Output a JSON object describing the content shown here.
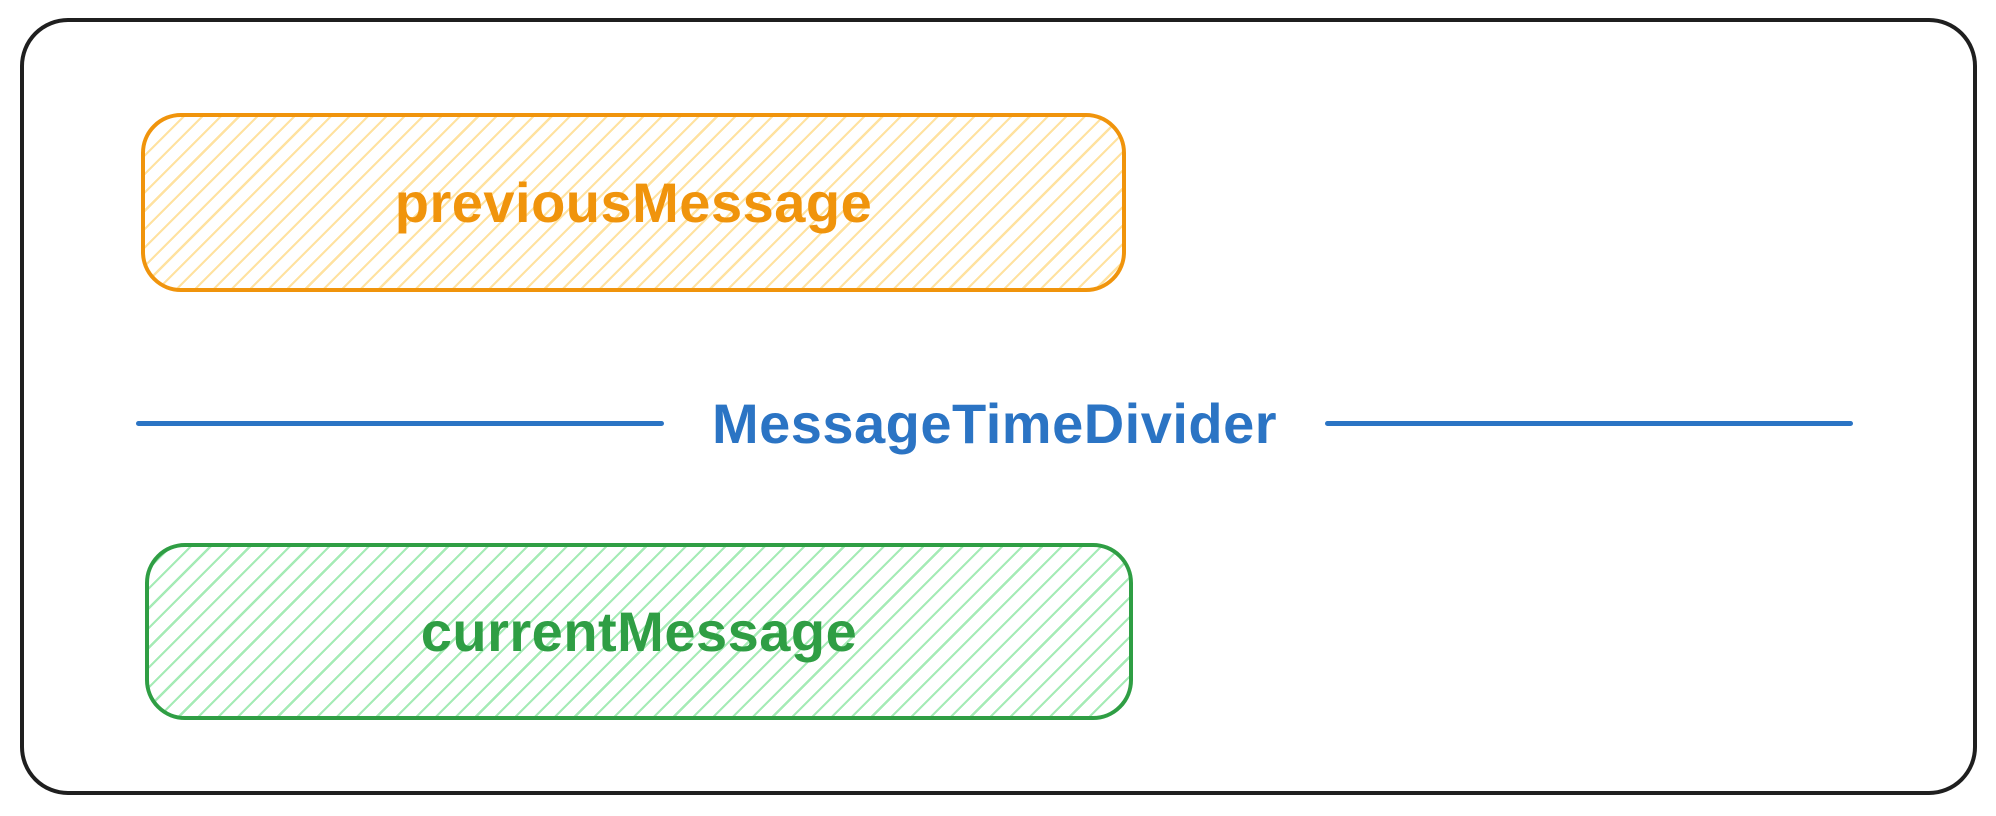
{
  "diagram": {
    "previous_message": {
      "label": "previousMessage",
      "color": "#f0940c",
      "hatch_color": "#ffe2a0",
      "fill_style": "diagonal-hatch"
    },
    "divider": {
      "label": "MessageTimeDivider",
      "color": "#2b74c4"
    },
    "current_message": {
      "label": "currentMessage",
      "color": "#2f9e44",
      "hatch_color": "#a5ebb6",
      "fill_style": "diagonal-hatch"
    },
    "frame": {
      "border_color": "#1f1f1f"
    }
  }
}
